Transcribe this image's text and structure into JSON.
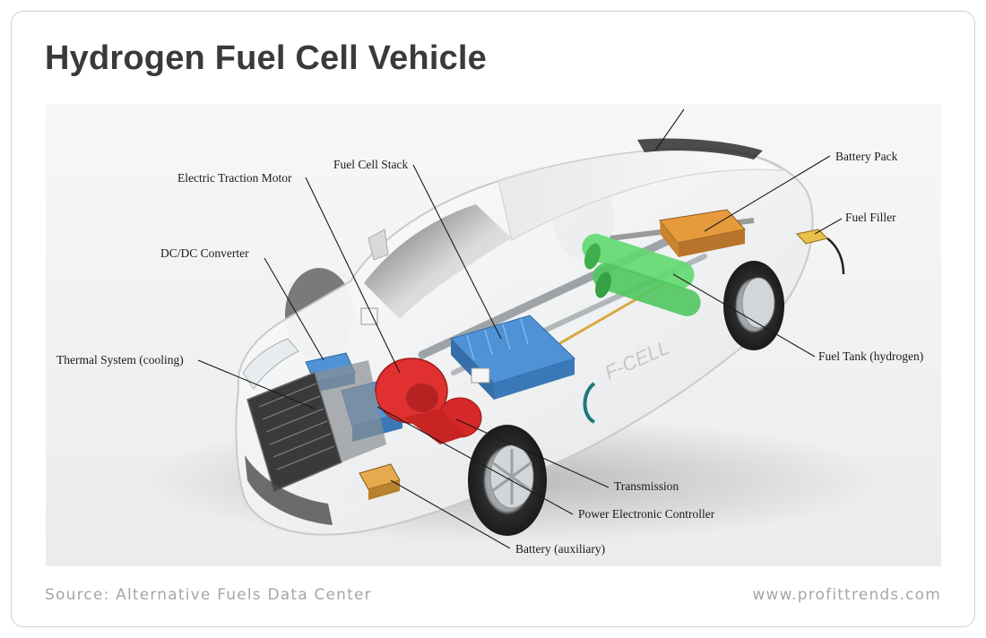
{
  "header": {
    "title": "Hydrogen Fuel Cell Vehicle"
  },
  "diagram": {
    "badge_text": "F-CELL",
    "labels": {
      "electric_traction_motor": "Electric Traction Motor",
      "fuel_cell_stack": "Fuel Cell Stack",
      "battery_pack": "Battery Pack",
      "fuel_filler": "Fuel Filler",
      "dcdc_converter": "DC/DC Converter",
      "thermal_system": "Thermal System (cooling)",
      "fuel_tank": "Fuel Tank (hydrogen)",
      "transmission": "Transmission",
      "power_electronic_controller": "Power Electronic Controller",
      "battery_auxiliary": "Battery (auxiliary)"
    }
  },
  "footer": {
    "source": "Source: Alternative Fuels Data Center",
    "site": "www.profittrends.com"
  },
  "colors": {
    "fuel_cell_stack": "#4f93d6",
    "motor": "#e03030",
    "hydrogen_tank": "#5fd96f",
    "battery_pack": "#e59a3c",
    "title_text": "#3a3a3a",
    "footer_text": "#a6a6a6"
  }
}
